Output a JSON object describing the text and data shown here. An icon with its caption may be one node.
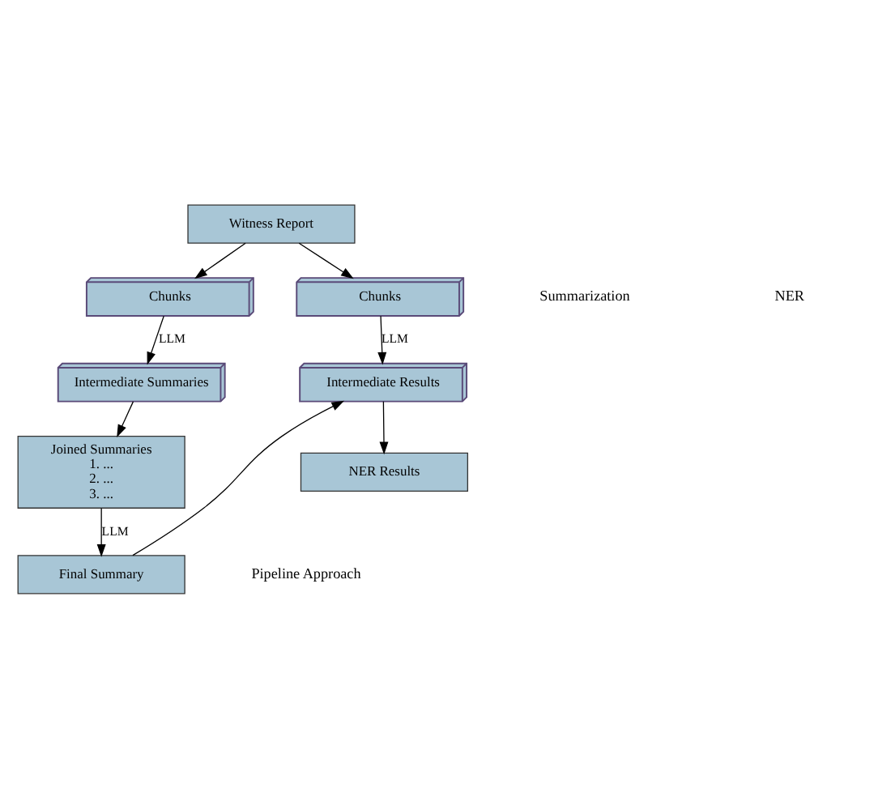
{
  "diagram": {
    "nodes": [
      {
        "text": [
          "Witness Report"
        ]
      },
      {
        "text": [
          "Chunks"
        ]
      },
      {
        "text": [
          "Intermediate Summaries"
        ]
      },
      {
        "text": [
          "Joined Summaries",
          "1. ...",
          "2. ...",
          "3. ..."
        ]
      },
      {
        "text": [
          "Final Summary"
        ]
      },
      {
        "text": [
          "Chunks"
        ]
      },
      {
        "text": [
          "Intermediate Results"
        ]
      },
      {
        "text": [
          "NER Results"
        ]
      }
    ],
    "edges": [
      {
        "from": 0,
        "to": 1,
        "arrow": "to"
      },
      {
        "from": 0,
        "to": 5,
        "arrow": "to"
      },
      {
        "from": 1,
        "to": 2,
        "arrow": "to",
        "label": "LLM"
      },
      {
        "from": 2,
        "to": 3,
        "arrow": "to"
      },
      {
        "from": 3,
        "to": 4,
        "arrow": "to",
        "label": "LLM"
      },
      {
        "from": 5,
        "to": 6,
        "arrow": "to",
        "label": "LLM"
      },
      {
        "from": 4,
        "to": 6,
        "arrow": "to"
      },
      {
        "from": 6,
        "to": 7,
        "arrow": "to"
      }
    ],
    "labels": [
      "Summarization",
      "NER",
      "Pipeline Approach"
    ]
  }
}
